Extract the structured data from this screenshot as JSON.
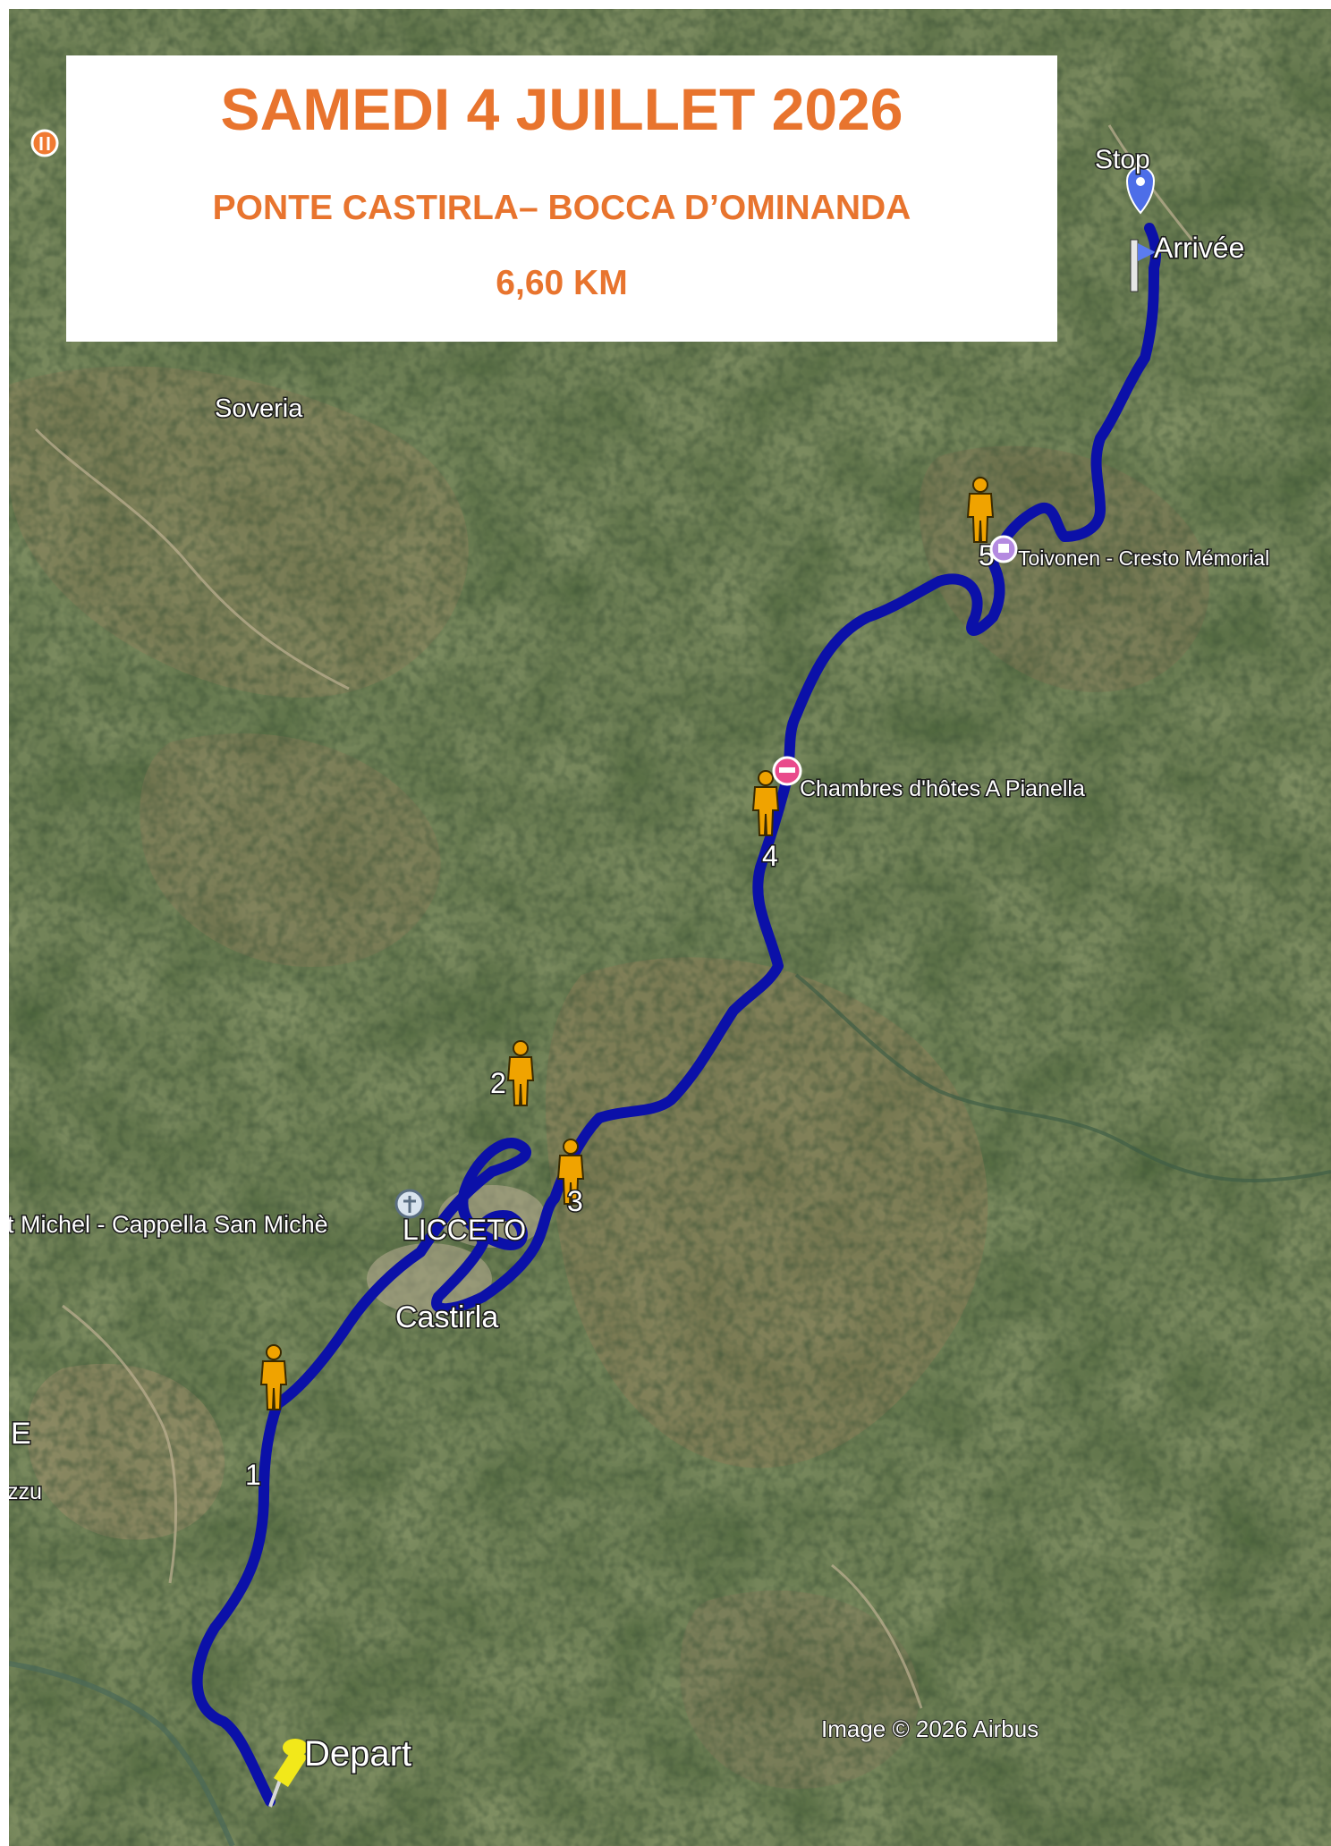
{
  "header": {
    "title": "SAMEDI 4 JUILLET 2026",
    "route": "PONTE CASTIRLA– BOCCA D’OMINANDA",
    "distance": "6,60 KM"
  },
  "colors": {
    "header_text": "#e8742e",
    "route_line": "#0b10a8",
    "terrain_dark": "#2f4524",
    "terrain_light": "#8b7a5a",
    "pegman": "#f0a300",
    "start_pin": "#f2e81a",
    "stop_pin": "#4d6ee8"
  },
  "map": {
    "start_label": "Depart",
    "stop_label": "Stop",
    "arrival_label": "Arrivée",
    "attribution": "Image © 2026 Airbus",
    "places": {
      "soveria": "Soveria",
      "licceto": "LICCETO",
      "castirla": "Castirla",
      "chapel": "t Michel - Cappella San Michè",
      "guesthouse": "Chambres d'hôtes A Pianella",
      "memorial": "Toivonen -  Cresto Mémorial",
      "edge_e": "E",
      "edge_zzu": "zzu"
    },
    "waypoints": [
      "1",
      "2",
      "3",
      "4",
      "5"
    ]
  }
}
